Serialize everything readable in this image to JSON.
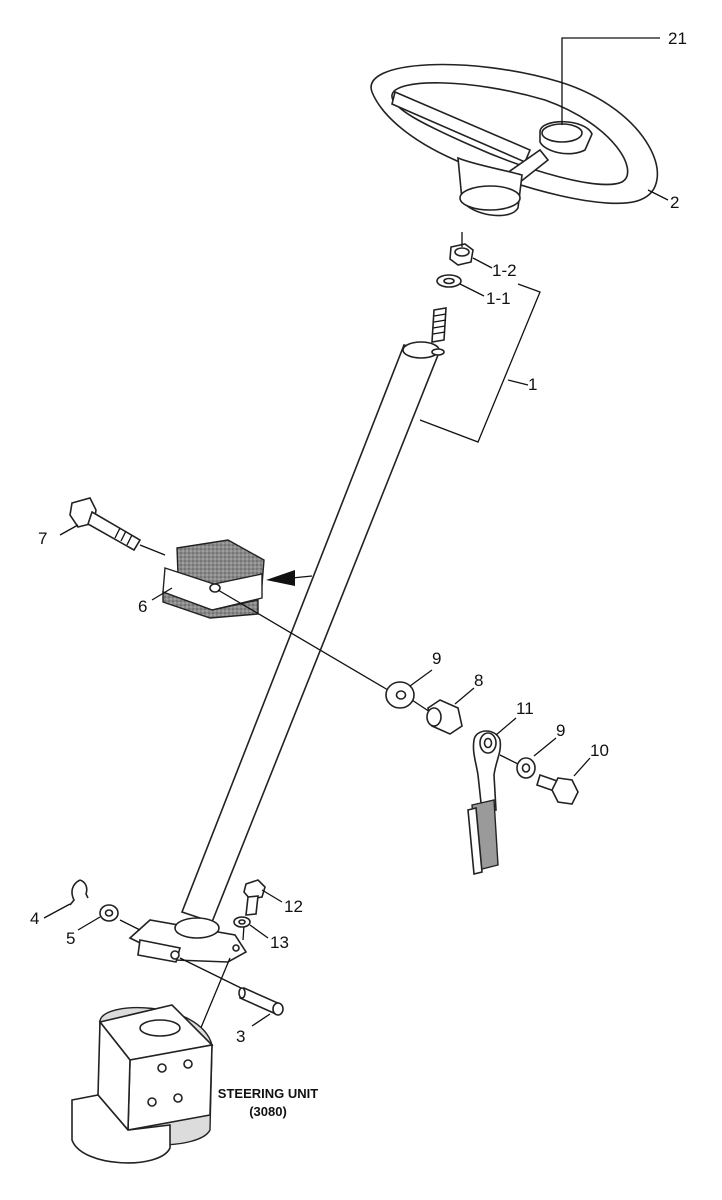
{
  "labels": {
    "p21": "21",
    "p2": "2",
    "p1_2": "1-2",
    "p1_1": "1-1",
    "p1": "1",
    "p7": "7",
    "p6": "6",
    "p9a": "9",
    "p8": "8",
    "p11": "11",
    "p9b": "9",
    "p10": "10",
    "p12": "12",
    "p13": "13",
    "p4": "4",
    "p5": "5",
    "p3": "3"
  },
  "steering_unit": {
    "name": "STEERING UNIT",
    "code": "(3080)"
  }
}
